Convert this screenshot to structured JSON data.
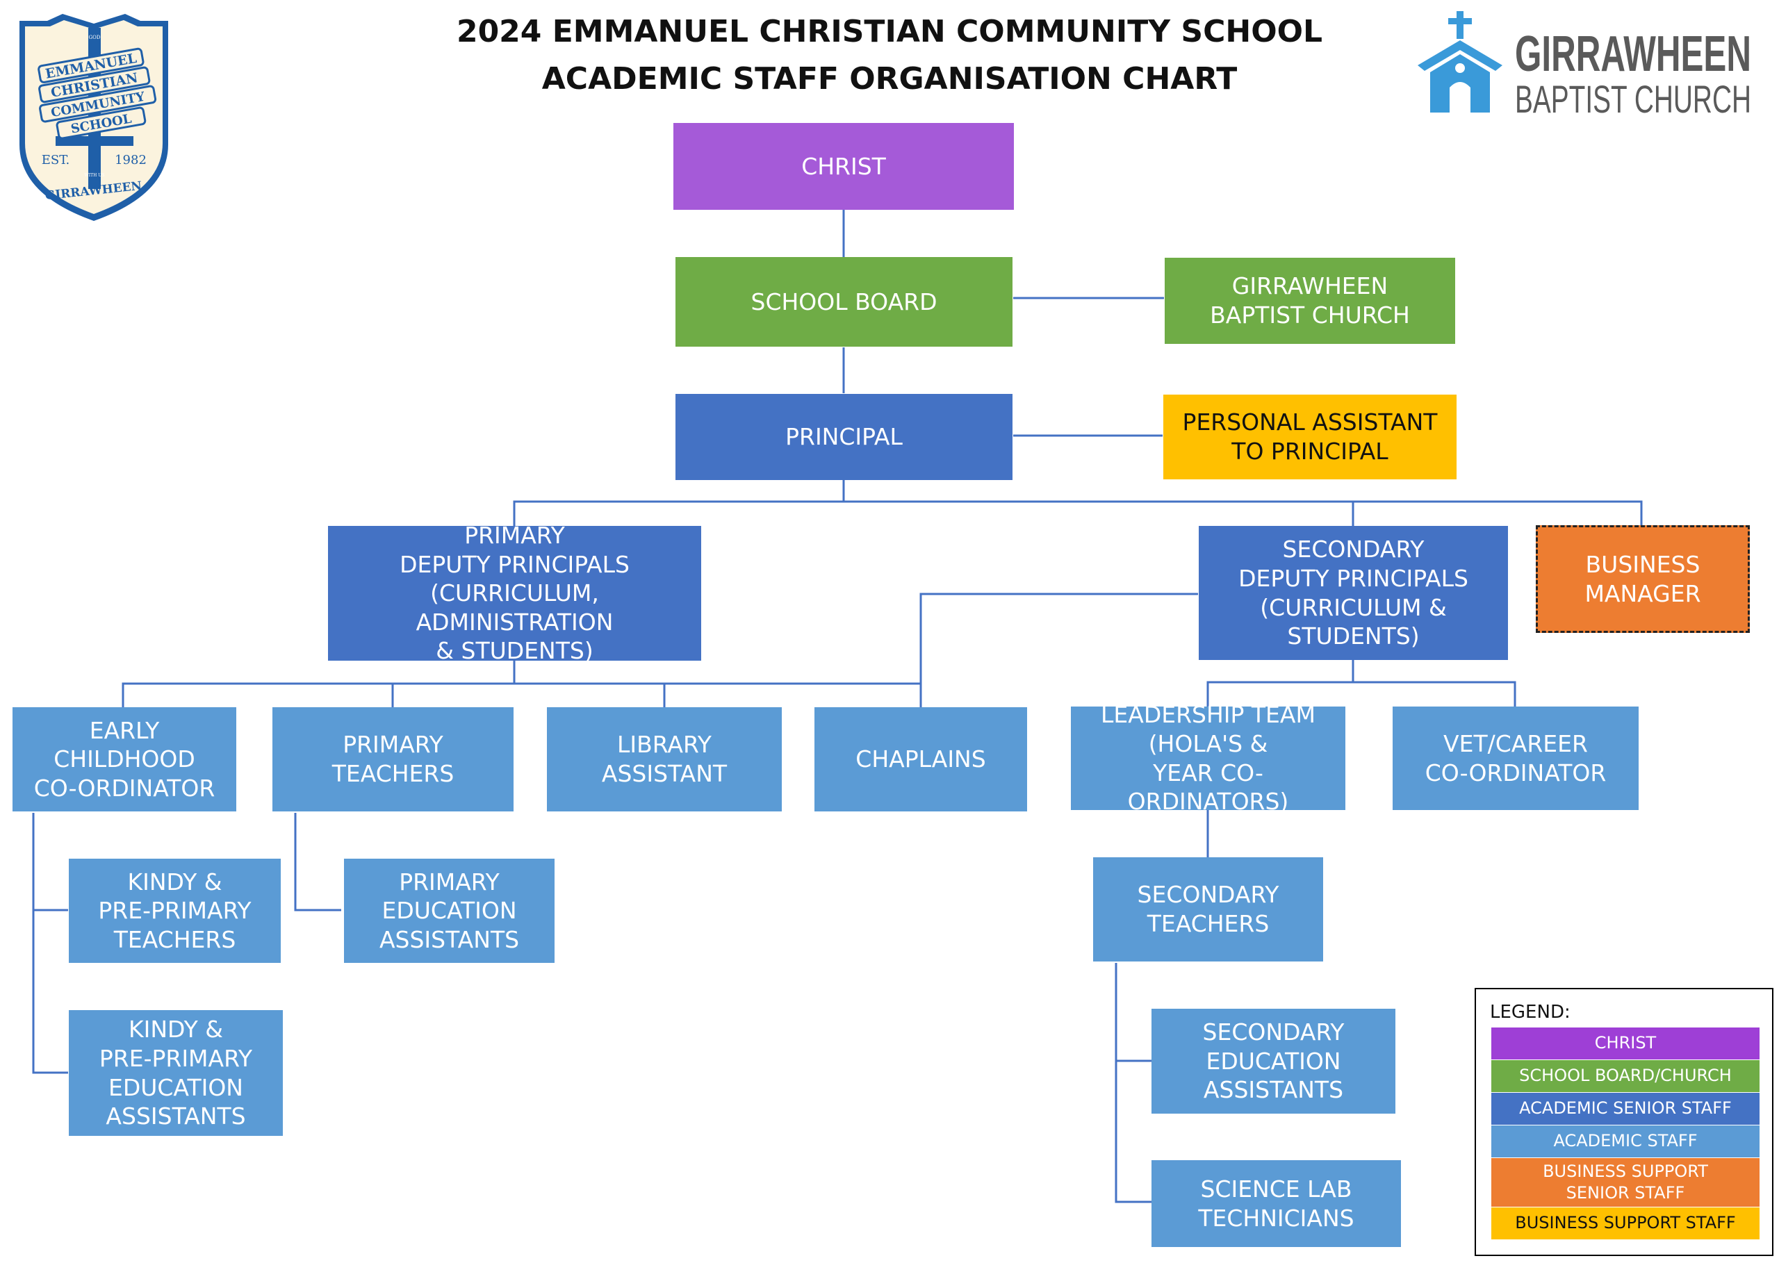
{
  "header": {
    "title_line1": "2024 EMMANUEL CHRISTIAN COMMUNITY SCHOOL",
    "title_line2": "ACADEMIC STAFF ORGANISATION CHART"
  },
  "school_logo": {
    "lines": [
      "EMMANUEL",
      "CHRISTIAN",
      "COMMUNITY",
      "SCHOOL"
    ],
    "est": "EST.",
    "year": "1982",
    "place": "GIRRAWHEEN",
    "motto_top": "GOD",
    "motto_bottom": "WITH US"
  },
  "church_logo": {
    "name_line1": "GIRRAWHEEN",
    "name_line2": "BAPTIST CHURCH"
  },
  "nodes": {
    "christ": "CHRIST",
    "school_board": "SCHOOL BOARD",
    "church": "GIRRAWHEEN\nBAPTIST CHURCH",
    "principal": "PRINCIPAL",
    "pa": "PERSONAL ASSISTANT\nTO PRINCIPAL",
    "primary_dp": "PRIMARY\nDEPUTY PRINCIPALS\n(CURRICULUM, ADMINISTRATION\n& STUDENTS)",
    "secondary_dp": "SECONDARY\nDEPUTY PRINCIPALS\n(CURRICULUM &\nSTUDENTS)",
    "business_manager": "BUSINESS\nMANAGER",
    "early_childhood": "EARLY CHILDHOOD\nCO-ORDINATOR",
    "primary_teachers": "PRIMARY\nTEACHERS",
    "library_assistant": "LIBRARY ASSISTANT",
    "chaplains": "CHAPLAINS",
    "leadership_team": "LEADERSHIP TEAM\n(HOLA'S &\nYEAR CO-ORDINATORS)",
    "vet_career": "VET/CAREER\nCO-ORDINATOR",
    "kindy_teachers": "KINDY &\nPRE-PRIMARY\nTEACHERS",
    "kindy_assistants": "KINDY &\nPRE-PRIMARY\nEDUCATION\nASSISTANTS",
    "primary_ea": "PRIMARY\nEDUCATION\nASSISTANTS",
    "secondary_teachers": "SECONDARY\nTEACHERS",
    "secondary_ea": "SECONDARY\nEDUCATION\nASSISTANTS",
    "science_lab": "SCIENCE LAB\nTECHNICIANS"
  },
  "legend": {
    "title": "LEGEND:",
    "items": [
      {
        "label": "CHRIST",
        "color": "#9e3fd6"
      },
      {
        "label": "SCHOOL BOARD/CHURCH",
        "color": "#6fac46"
      },
      {
        "label": "ACADEMIC SENIOR STAFF",
        "color": "#4472c4"
      },
      {
        "label": "ACADEMIC STAFF",
        "color": "#5b9bd5"
      },
      {
        "label": "BUSINESS SUPPORT\nSENIOR STAFF",
        "color": "#ed7d31"
      },
      {
        "label": "BUSINESS SUPPORT STAFF",
        "color": "#ffc000"
      }
    ]
  },
  "colors": {
    "christ": "#a55ad8",
    "board": "#6fac46",
    "senior": "#4472c4",
    "staff": "#5b9bd5",
    "business_senior": "#ed7d31",
    "business": "#ffc000",
    "connector": "#4472c4",
    "logo_blue": "#1f5fa8",
    "church_blue": "#3a9ad9",
    "church_grey": "#5a5a5a"
  }
}
